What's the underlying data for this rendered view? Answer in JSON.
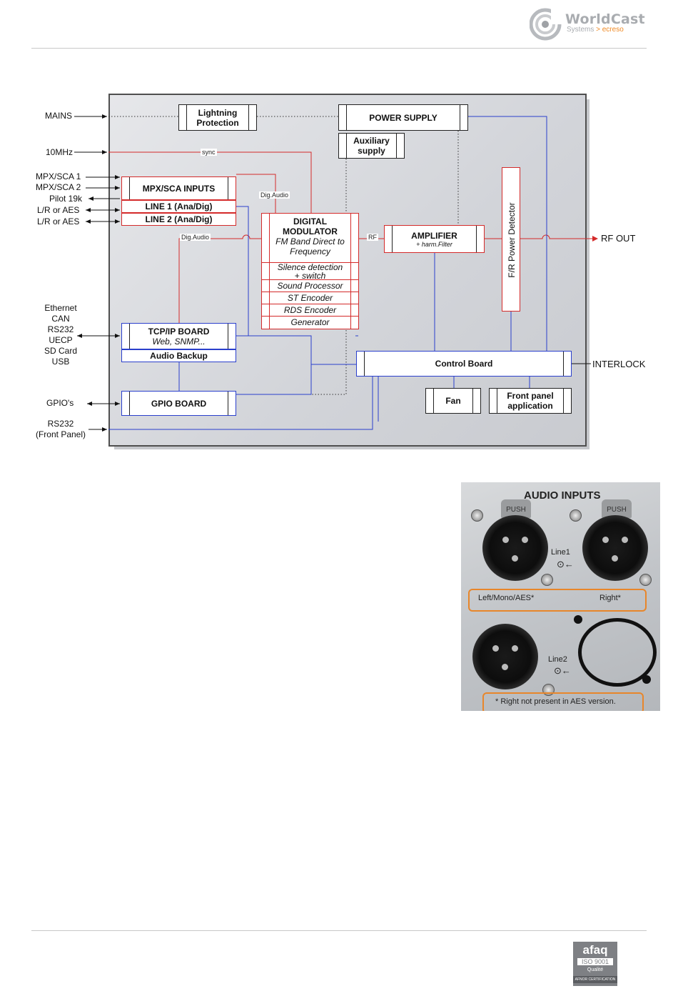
{
  "header": {
    "logo_title": "WorldCast",
    "logo_sub_left": "Systems",
    "logo_sub_sep": ">",
    "logo_sub_right": "ecreso"
  },
  "diagram": {
    "left_labels": {
      "mains": "MAINS",
      "ten_mhz": "10MHz",
      "mpx1": "MPX/SCA 1",
      "mpx2": "MPX/SCA 2",
      "pilot": "Pilot 19k",
      "lr1": "L/R or AES",
      "lr2": "L/R or AES",
      "net_lines": [
        "Ethernet",
        "CAN",
        "RS232",
        "UECP",
        "SD Card",
        "USB"
      ],
      "gpio": "GPIO's",
      "rs232_front_1": "RS232",
      "rs232_front_2": "(Front Panel)"
    },
    "right_labels": {
      "rf_out": "RF OUT",
      "interlock": "INTERLOCK"
    },
    "blocks": {
      "lightning_1": "Lightning",
      "lightning_2": "Protection",
      "power_supply": "POWER SUPPLY",
      "aux_1": "Auxiliary",
      "aux_2": "supply",
      "mpx_inputs": "MPX/SCA INPUTS",
      "line1": "LINE 1 (Ana/Dig)",
      "line2": "LINE 2 (Ana/Dig)",
      "digmod_1": "DIGITAL",
      "digmod_2": "MODULATOR",
      "digmod_3": "FM Band Direct to",
      "digmod_4": "Frequency",
      "silence_1": "Silence detection",
      "silence_2": "+ switch",
      "sound_proc": "Sound Processor",
      "st_encoder": "ST Encoder",
      "rds_encoder": "RDS Encoder",
      "generator": "Generator",
      "amplifier": "AMPLIFIER",
      "amplifier_sub": "+ harm.Filter",
      "fr_detector": "F/R Power Detector",
      "tcpip": "TCP/IP BOARD",
      "tcpip_sub": "Web, SNMP...",
      "audio_backup": "Audio Backup",
      "gpio_board": "GPIO BOARD",
      "control_board": "Control Board",
      "fan": "Fan",
      "front_panel_1": "Front panel",
      "front_panel_2": "application"
    },
    "tags": {
      "sync": "sync",
      "dig_audio_1": "Dig.Audio",
      "dig_audio_2": "Dig.Audio",
      "rf": "RF"
    },
    "colors": {
      "audio_path": "#d42a2a",
      "control_path": "#2a3fcc",
      "power_path": "#333333"
    }
  },
  "photo": {
    "title": "AUDIO INPUTS",
    "push_1": "PUSH",
    "push_2": "PUSH",
    "line1": "Line1",
    "line2": "Line2",
    "left_label": "Left/Mono/AES*",
    "right_label": "Right*",
    "footnote": "* Right not present in AES version."
  },
  "footer": {
    "afaq_1": "afaq",
    "afaq_2": "ISO 9001",
    "afaq_3": "Qualité",
    "afaq_4": "AFNOR CERTIFICATION"
  }
}
